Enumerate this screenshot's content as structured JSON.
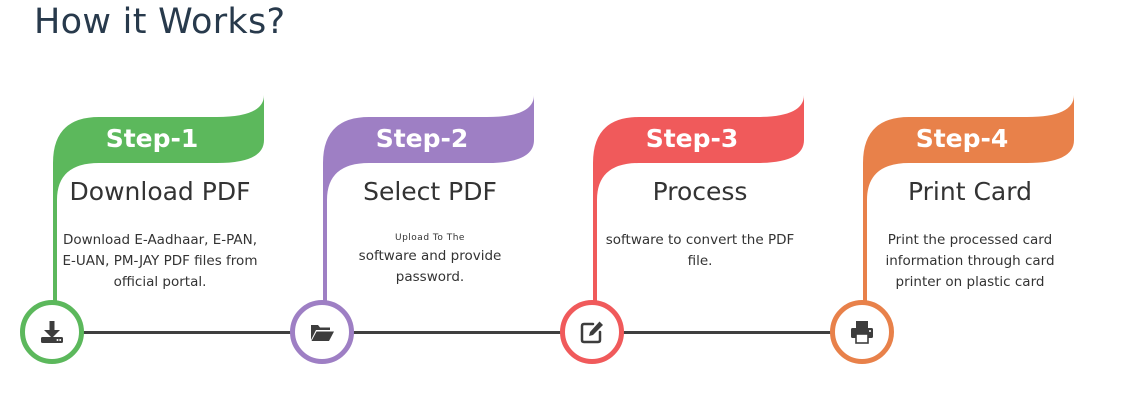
{
  "page": {
    "title": "How it Works?"
  },
  "steps": [
    {
      "label": "Step-1",
      "title": "Download PDF",
      "desc_small": "",
      "desc": "Download E-Aadhaar, E-PAN, E-UAN, PM-JAY PDF files from official portal.",
      "icon": "download-icon",
      "color": "#5cb85c"
    },
    {
      "label": "Step-2",
      "title": "Select PDF",
      "desc_small": "Upload To The",
      "desc": "software and provide password.",
      "icon": "folder-open-icon",
      "color": "#9e7fc4"
    },
    {
      "label": "Step-3",
      "title": "Process",
      "desc_small": "",
      "desc": "software to convert the PDF file.",
      "icon": "edit-icon",
      "color": "#f05a5b"
    },
    {
      "label": "Step-4",
      "title": "Print Card",
      "desc_small": "",
      "desc": "Print the processed card information through card printer on plastic card",
      "icon": "printer-icon",
      "color": "#e8814a"
    }
  ]
}
